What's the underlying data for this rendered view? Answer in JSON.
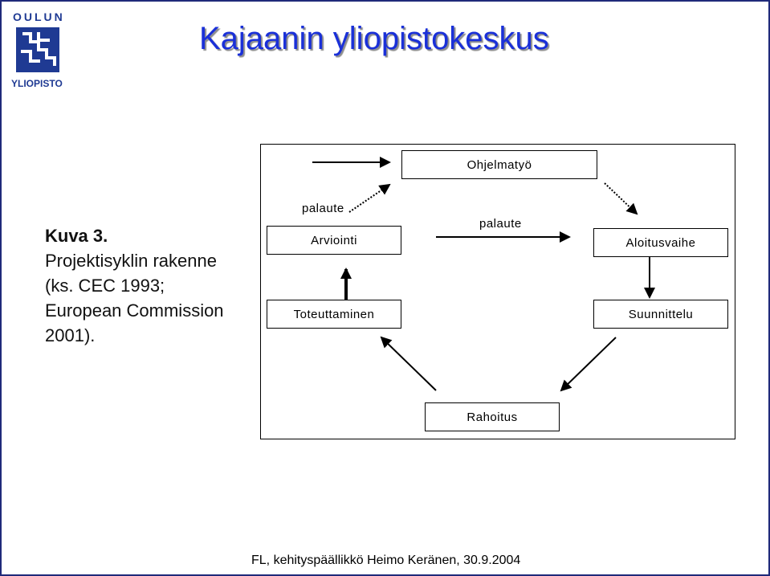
{
  "logo": {
    "line1": "OULUN",
    "line2": "YLIOPISTO",
    "color": "#1f3a93"
  },
  "title": "Kajaanin yliopistokeskus",
  "caption": {
    "bold": "Kuva 3.",
    "text": "Projektisyklin rakenne (ks. CEC 1993; European Commission 2001)."
  },
  "diagram": {
    "boxes": {
      "ohjelmatyo": "Ohjelmatyö",
      "arviointi": "Arviointi",
      "aloitusvaihe": "Aloitusvaihe",
      "toteuttaminen": "Toteuttaminen",
      "suunnittelu": "Suunnittelu",
      "rahoitus": "Rahoitus"
    },
    "labels": {
      "palaute_left": "palaute",
      "palaute_center": "palaute"
    }
  },
  "footer": "FL, kehityspäällikkö Heimo Keränen, 30.9.2004",
  "colors": {
    "title": "#1a30d8",
    "frame": "#1f2a7a"
  }
}
